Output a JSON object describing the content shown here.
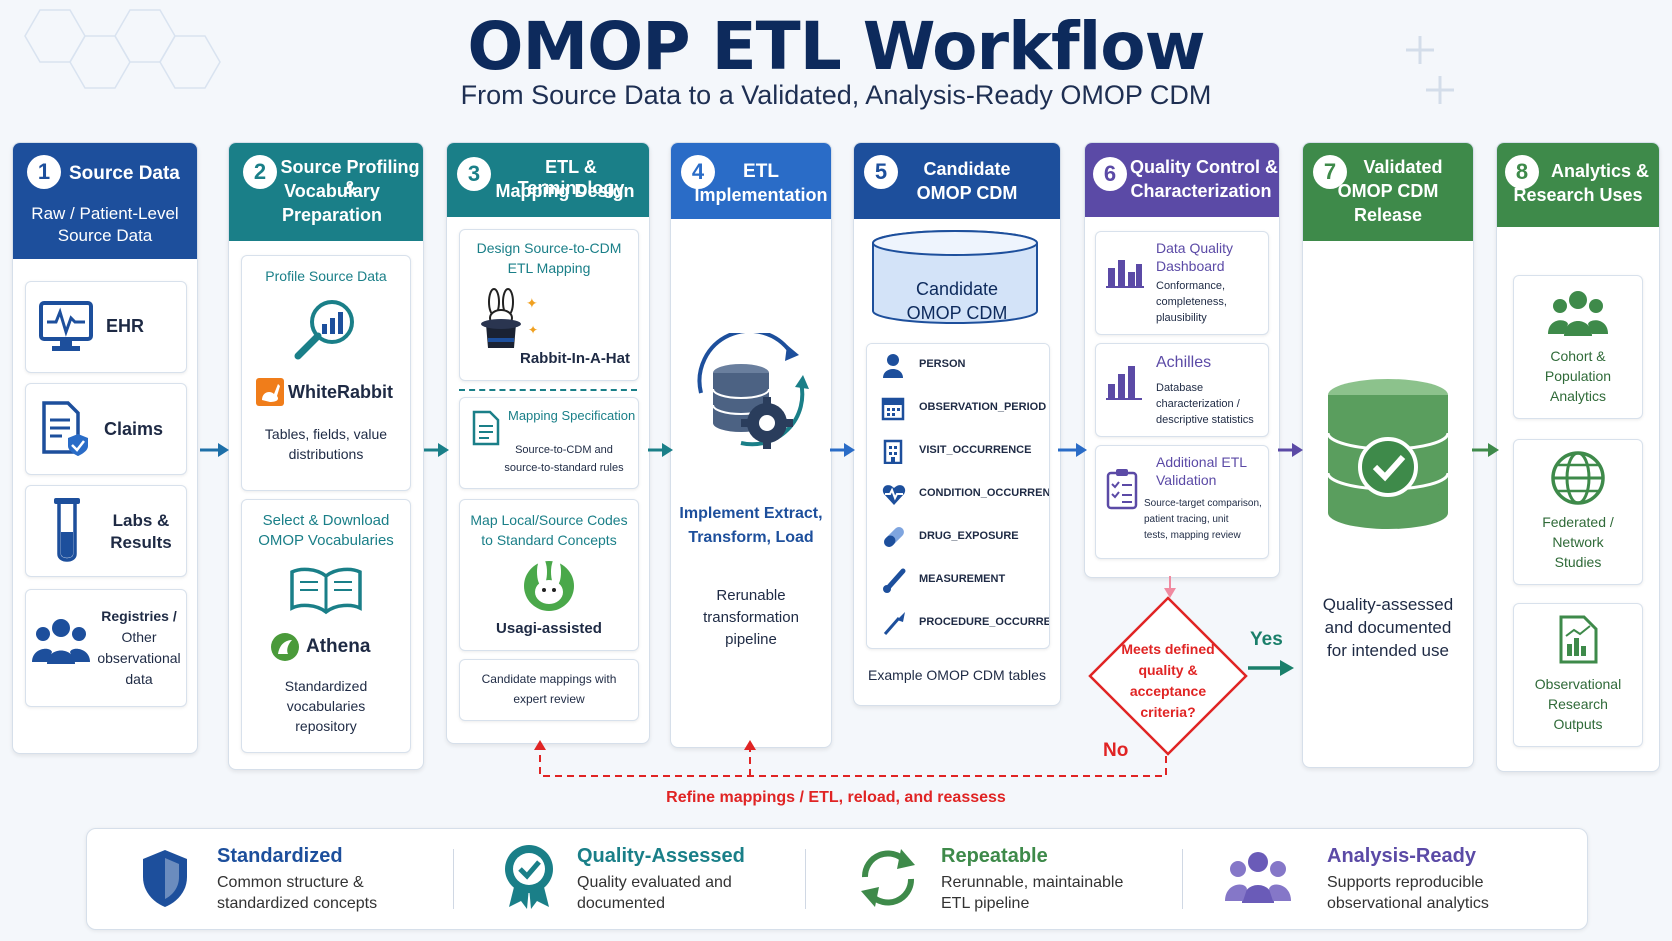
{
  "title": "OMOP ETL Workflow",
  "subtitle": "From Source Data to a Validated, Analysis-Ready OMOP CDM",
  "colors": {
    "blue": "#1d4f9c",
    "teal": "#1a7f88",
    "green": "#3e8a4a",
    "purple": "#5b4aa6",
    "red": "#e02424"
  },
  "steps": [
    {
      "num": "1",
      "title": "Source Data",
      "subtitle_line1": "Raw / Patient-Level",
      "subtitle_line2": "Source Data",
      "items": [
        {
          "icon": "monitor-ecg-icon",
          "label": "EHR"
        },
        {
          "icon": "claims-document-icon",
          "label": "Claims"
        },
        {
          "icon": "test-tube-icon",
          "label_line1": "Labs &",
          "label_line2": "Results"
        },
        {
          "icon": "people-icon",
          "label_line1": "Registries /",
          "label_line2": "Other",
          "label_line3": "observational",
          "label_line4": "data"
        }
      ]
    },
    {
      "num": "2",
      "title_line1": "Source Profiling &",
      "title_line2": "Vocabulary",
      "title_line3": "Preparation",
      "profile_title": "Profile Source Data",
      "tool1": "WhiteRabbit",
      "tool1_desc_line1": "Tables, fields, value",
      "tool1_desc_line2": "distributions",
      "vocab_title_line1": "Select & Download",
      "vocab_title_line2": "OMOP Vocabularies",
      "tool2": "Athena",
      "tool2_desc_line1": "Standardized",
      "tool2_desc_line2": "vocabularies",
      "tool2_desc_line3": "repository"
    },
    {
      "num": "3",
      "title_line1": "ETL & Terminology",
      "title_line2": "Mapping Design",
      "design_line1": "Design Source-to-CDM",
      "design_line2": "ETL Mapping",
      "rabbit_label": "Rabbit-In-A-Hat",
      "spec_title": "Mapping Specification",
      "spec_desc_line1": "Source-to-CDM and",
      "spec_desc_line2": "source-to-standard rules",
      "map_line1": "Map Local/Source Codes",
      "map_line2": "to Standard Concepts",
      "usagi_label": "Usagi-assisted",
      "cand_line1": "Candidate mappings with",
      "cand_line2": "expert review"
    },
    {
      "num": "4",
      "title_line1": "ETL",
      "title_line2": "Implementation",
      "impl_line1": "Implement Extract,",
      "impl_line2": "Transform, Load",
      "pipe_line1": "Rerunable",
      "pipe_line2": "transformation",
      "pipe_line3": "pipeline"
    },
    {
      "num": "5",
      "title_line1": "Candidate",
      "title_line2": "OMOP CDM",
      "db_line1": "Candidate",
      "db_line2": "OMOP CDM",
      "tables": [
        {
          "icon": "person-icon",
          "name": "PERSON"
        },
        {
          "icon": "calendar-icon",
          "name": "OBSERVATION_PERIOD"
        },
        {
          "icon": "hospital-icon",
          "name": "VISIT_OCCURRENCE"
        },
        {
          "icon": "heart-pulse-icon",
          "name": "CONDITION_OCCURRENCE"
        },
        {
          "icon": "pill-icon",
          "name": "DRUG_EXPOSURE"
        },
        {
          "icon": "thermometer-icon",
          "name": "MEASUREMENT"
        },
        {
          "icon": "scalpel-icon",
          "name": "PROCEDURE_OCCURRENCE"
        }
      ],
      "caption": "Example OMOP CDM tables"
    },
    {
      "num": "6",
      "title_line1": "Quality Control &",
      "title_line2": "Characterization",
      "dq_title_line1": "Data Quality",
      "dq_title_line2": "Dashboard",
      "dq_desc_line1": "Conformance,",
      "dq_desc_line2": "completeness,",
      "dq_desc_line3": "plausibility",
      "ach_title": "Achilles",
      "ach_desc_line1": "Database",
      "ach_desc_line2": "characterization /",
      "ach_desc_line3": "descriptive statistics",
      "add_title_line1": "Additional ETL",
      "add_title_line2": "Validation",
      "add_desc_line1": "Source-target comparison,",
      "add_desc_line2": "patient tracing, unit",
      "add_desc_line3": "tests, mapping review",
      "decision_line1": "Meets defined",
      "decision_line2": "quality &",
      "decision_line3": "acceptance",
      "decision_line4": "criteria?",
      "yes": "Yes",
      "no": "No"
    },
    {
      "num": "7",
      "title_line1": "Validated",
      "title_line2": "OMOP CDM",
      "title_line3": "Release",
      "desc_line1": "Quality-assessed",
      "desc_line2": "and documented",
      "desc_line3": "for intended use"
    },
    {
      "num": "8",
      "title_line1": "Analytics &",
      "title_line2": "Research Uses",
      "uses": [
        {
          "icon": "cohort-people-icon",
          "line1": "Cohort &",
          "line2": "Population",
          "line3": "Analytics"
        },
        {
          "icon": "globe-icon",
          "line1": "Federated /",
          "line2": "Network",
          "line3": "Studies"
        },
        {
          "icon": "report-chart-icon",
          "line1": "Observational",
          "line2": "Research",
          "line3": "Outputs"
        }
      ]
    }
  ],
  "feedback_label": "Refine mappings / ETL, reload, and reassess",
  "benefits": [
    {
      "icon": "shield-icon",
      "name": "Standardized",
      "desc_line1": "Common structure &",
      "desc_line2": "standardized concepts",
      "color": "#1d4f9c"
    },
    {
      "icon": "badge-check-icon",
      "name": "Quality-Assessed",
      "desc_line1": "Quality evaluated and",
      "desc_line2": "documented",
      "color": "#1a7f88"
    },
    {
      "icon": "cycle-arrows-icon",
      "name": "Repeatable",
      "desc_line1": "Rerunnable, maintainable",
      "desc_line2": "ETL pipeline",
      "color": "#3e8a4a"
    },
    {
      "icon": "group-icon",
      "name": "Analysis-Ready",
      "desc_line1": "Supports reproducible",
      "desc_line2": "observational analytics",
      "color": "#5b4aa6"
    }
  ]
}
